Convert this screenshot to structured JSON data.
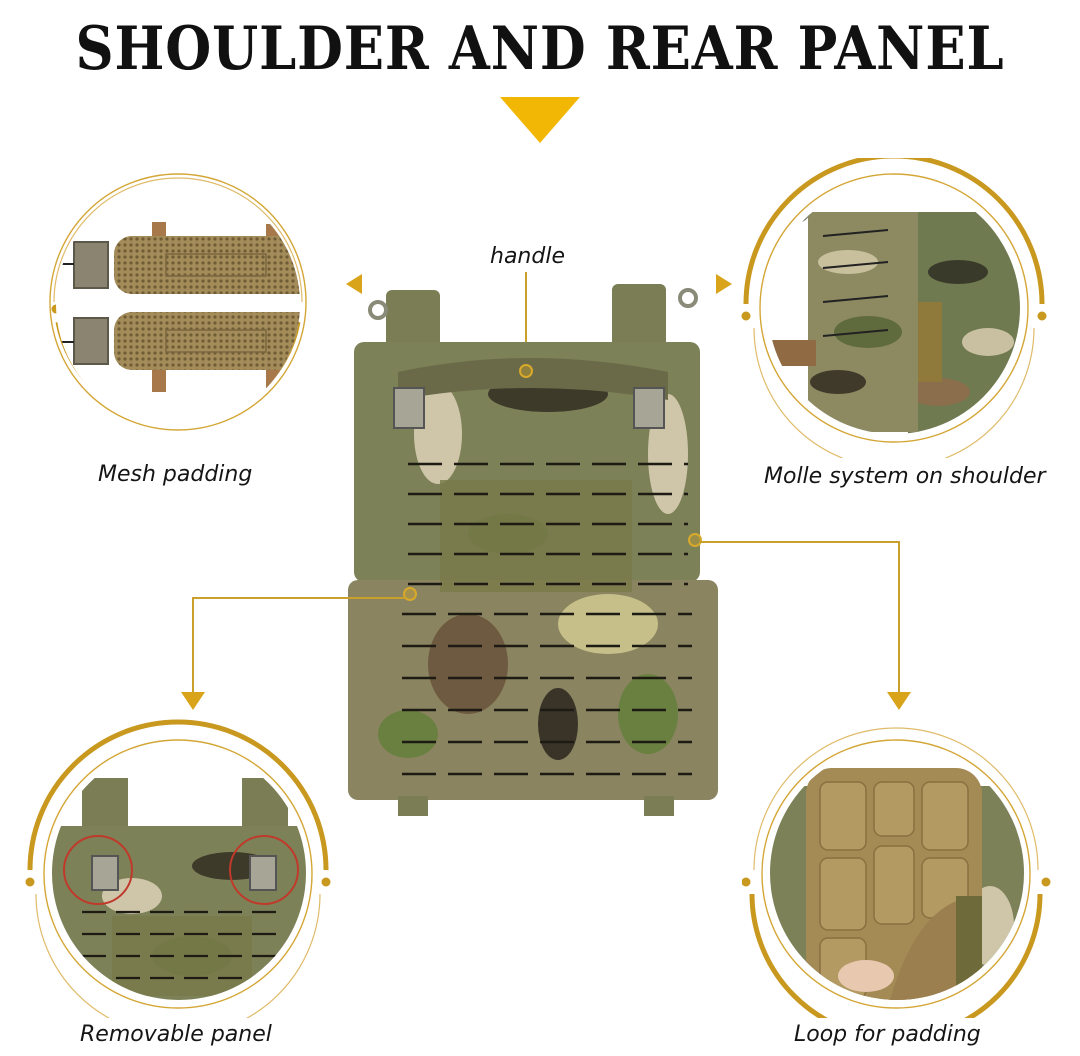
{
  "header": {
    "title": "SHOULDER AND REAR PANEL"
  },
  "callouts": {
    "center": {
      "label": "handle"
    },
    "top_left": {
      "label": "Mesh padding"
    },
    "top_right": {
      "label": "Molle system on shoulder"
    },
    "bottom_left": {
      "label": "Removable panel"
    },
    "bottom_right": {
      "label": "Loop for padding"
    }
  },
  "colors": {
    "accent_gold": "#d9a419",
    "title_arrow": "#f2b705",
    "ring_gold": "#c9981f",
    "title_text": "#111111",
    "highlight_red": "#c0392b"
  }
}
